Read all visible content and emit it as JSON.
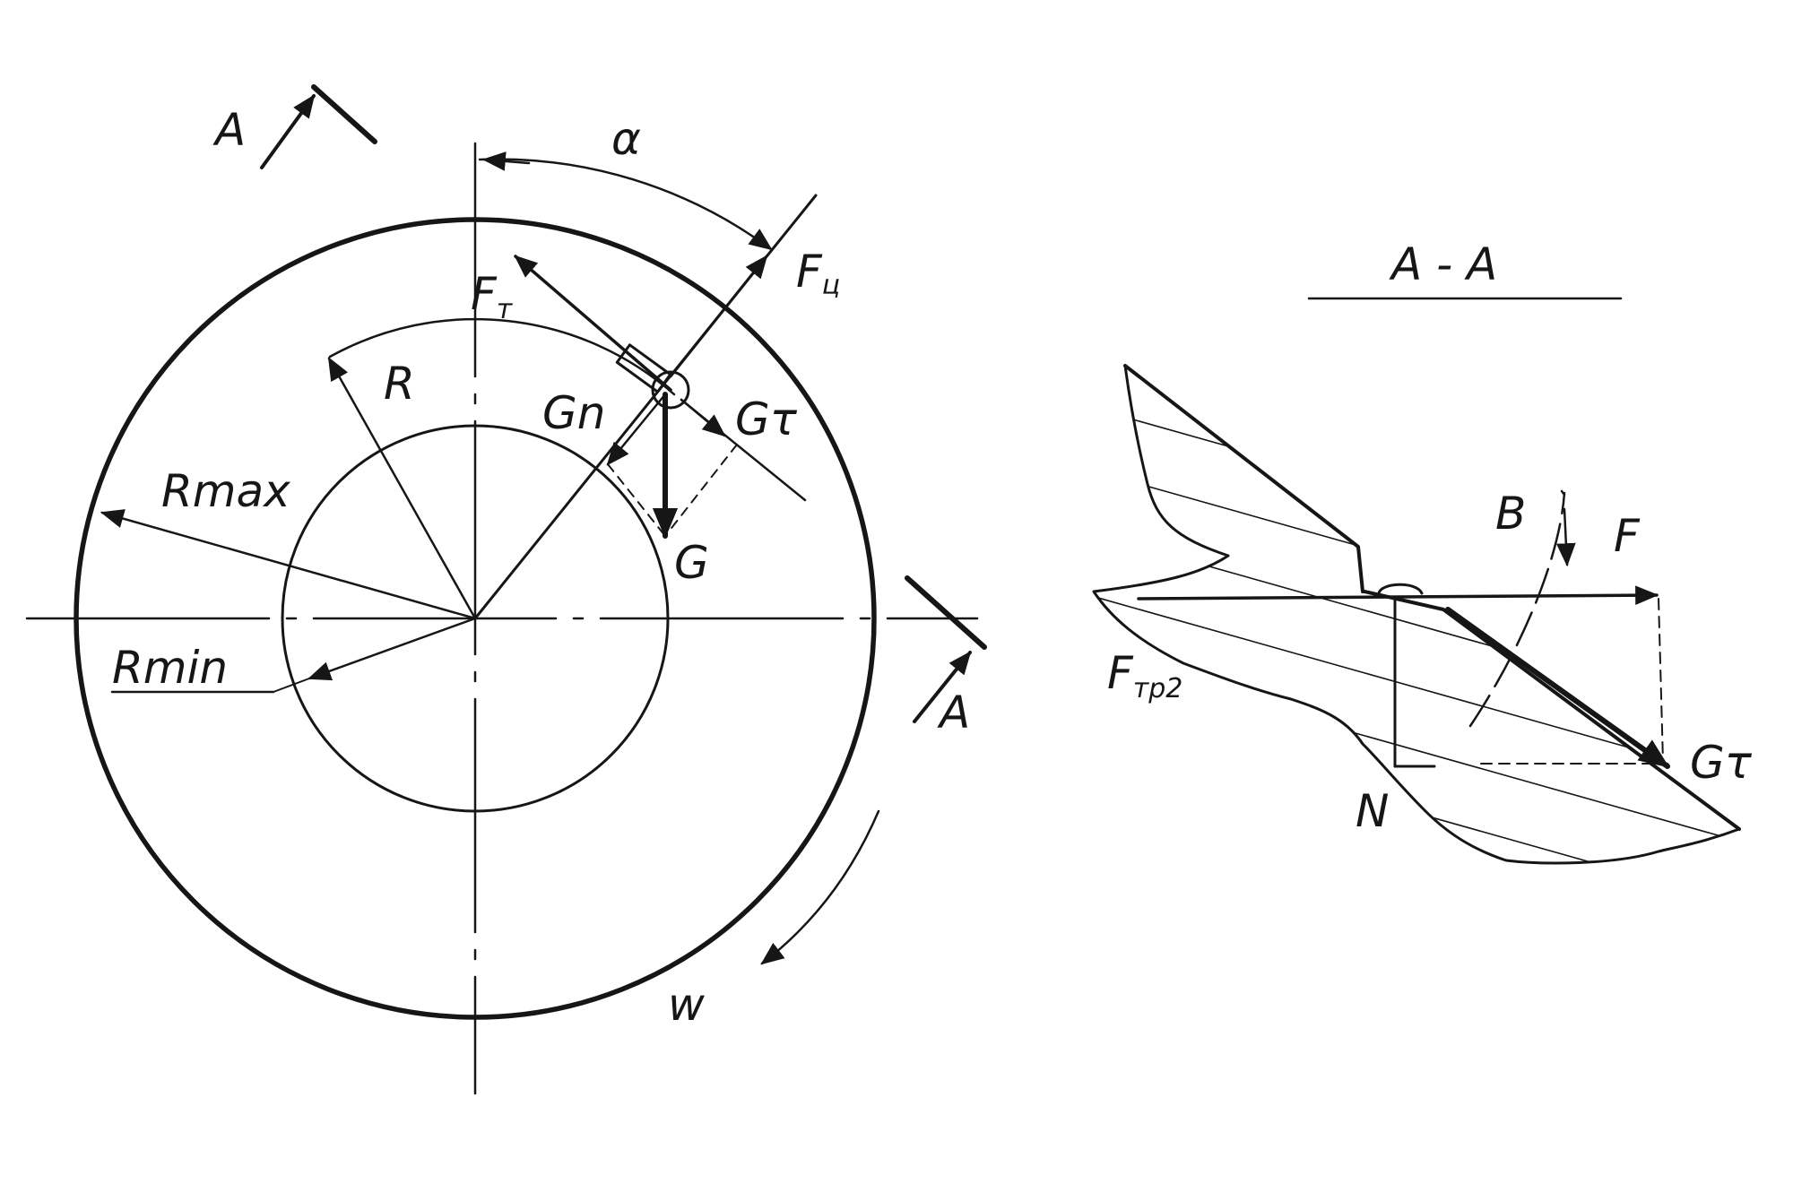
{
  "figure": {
    "plan_view": {
      "section_marks": [
        "A",
        "A"
      ],
      "angle_alpha": "α",
      "force_centrifugal": {
        "base": "F",
        "sub": "ц"
      },
      "force_friction": {
        "base": "F",
        "sub": "т"
      },
      "radius_particle": "R",
      "radius_max": "Rmax",
      "radius_min": "Rmin",
      "gravity_normal": "Gn",
      "gravity_tangent": "Gτ",
      "gravity": "G",
      "angular_velocity": "w"
    },
    "section_view": {
      "title": "A - A",
      "angle_beta": "B",
      "force": "F",
      "friction": {
        "base": "F",
        "sub": "тр2"
      },
      "gravity_tangent": "Gτ",
      "normal": "N"
    }
  }
}
